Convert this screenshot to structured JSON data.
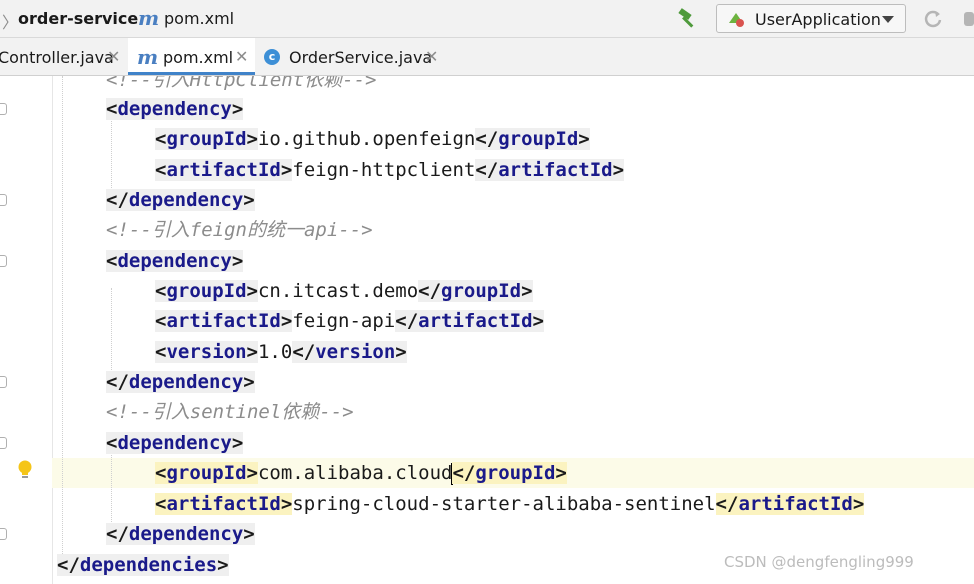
{
  "breadcrumb": {
    "module": "order-service",
    "file": "pom.xml"
  },
  "toolbar": {
    "run_config": "UserApplication"
  },
  "tabs": [
    {
      "label": "Controller.java",
      "icon": "none",
      "active": false
    },
    {
      "label": "pom.xml",
      "icon": "maven-m-icon",
      "active": true
    },
    {
      "label": "OrderService.java",
      "icon": "class-c-icon",
      "active": false
    }
  ],
  "code": {
    "comment1": "<!--引入HttpClient依赖-->",
    "comment2": "<!--引入feign的统一api-->",
    "comment3": "<!--引入sentinel依赖-->",
    "tag_dependency": "dependency",
    "tag_dependencies": "dependencies",
    "tag_groupId": "groupId",
    "tag_artifactId": "artifactId",
    "tag_version": "version",
    "dep1_group": "io.github.openfeign",
    "dep1_artifact": "feign-httpclient",
    "dep2_group": "cn.itcast.demo",
    "dep2_artifact": "feign-api",
    "dep2_version": "1.0",
    "dep3_group": "com.alibaba.cloud",
    "dep3_artifact": "spring-cloud-starter-alibaba-sentinel"
  },
  "watermark": "CSDN @dengfengling999"
}
